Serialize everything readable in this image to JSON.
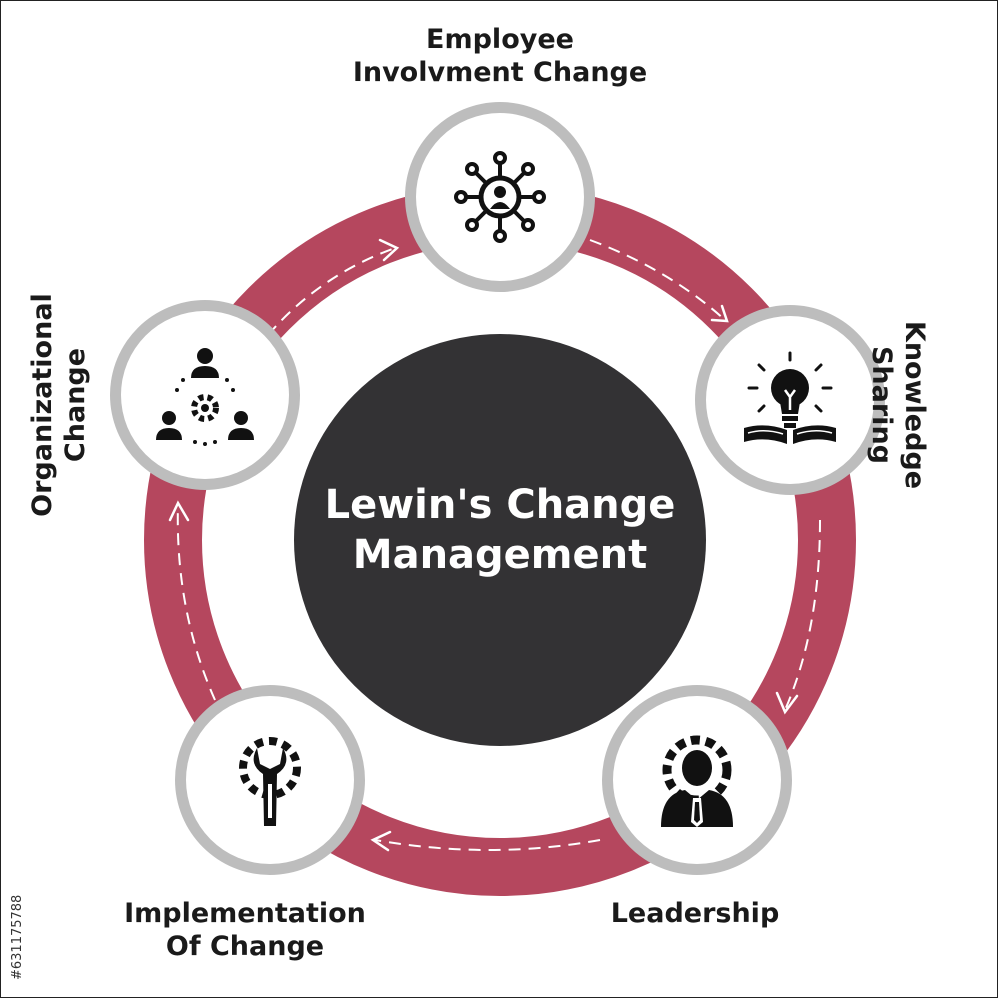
{
  "diagram": {
    "title": [
      "Lewin's Change",
      "Management"
    ],
    "colors": {
      "ring": "#b5475e",
      "center": "#333234",
      "node_border": "#9a9a9a",
      "node_fill": "#ffffff",
      "icon": "#111111",
      "arrow_dash": "#ffffff"
    },
    "nodes": [
      {
        "id": "employee",
        "label": [
          "Employee",
          "Involvment Change"
        ],
        "icon": "network-person-icon"
      },
      {
        "id": "knowledge",
        "label": [
          "Knowledge",
          "Sharing"
        ],
        "icon": "lightbulb-book-icon"
      },
      {
        "id": "leadership",
        "label": [
          "Leadership"
        ],
        "icon": "person-gear-icon"
      },
      {
        "id": "implementation",
        "label": [
          "Implementation",
          "Of Change"
        ],
        "icon": "wrench-gear-icon"
      },
      {
        "id": "organizational",
        "label": [
          "Organizational",
          "Change"
        ],
        "icon": "team-gear-icon"
      }
    ],
    "flow": "clockwise"
  },
  "watermark": "#631175788"
}
